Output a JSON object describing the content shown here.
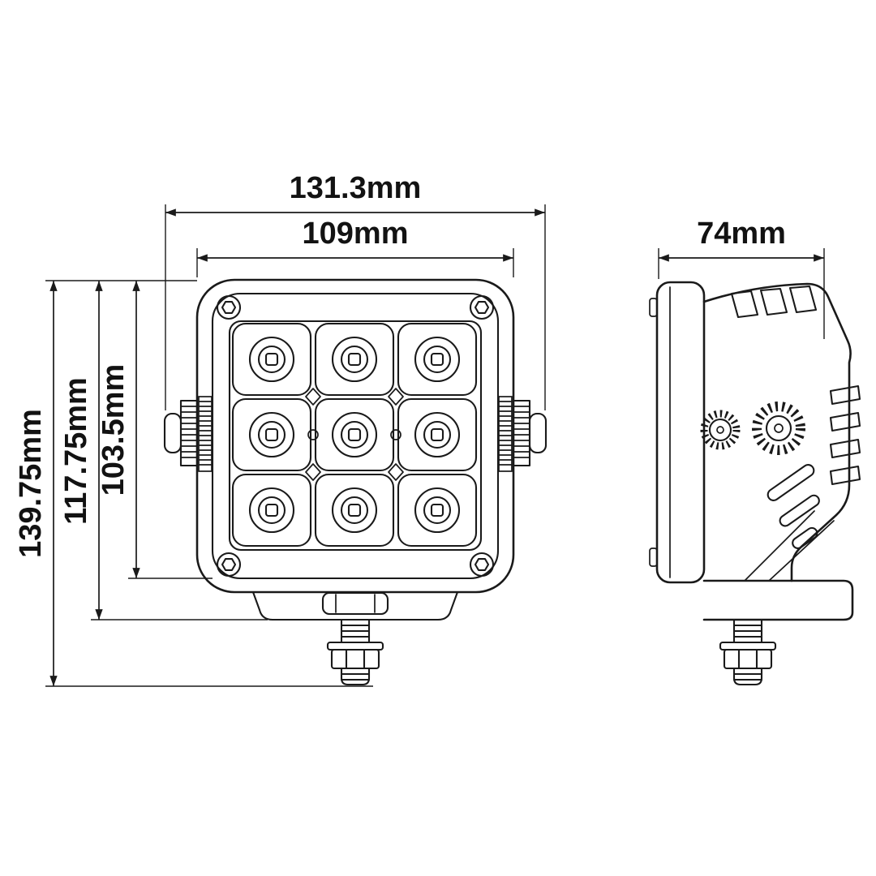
{
  "colors": {
    "line": "#1a1a1a",
    "background": "#ffffff"
  },
  "dimensions": {
    "overall_width": "131.3mm",
    "body_width": "109mm",
    "depth": "74mm",
    "overall_height": "139.75mm",
    "body_height": "117.75mm",
    "lens_height": "103.5mm"
  }
}
